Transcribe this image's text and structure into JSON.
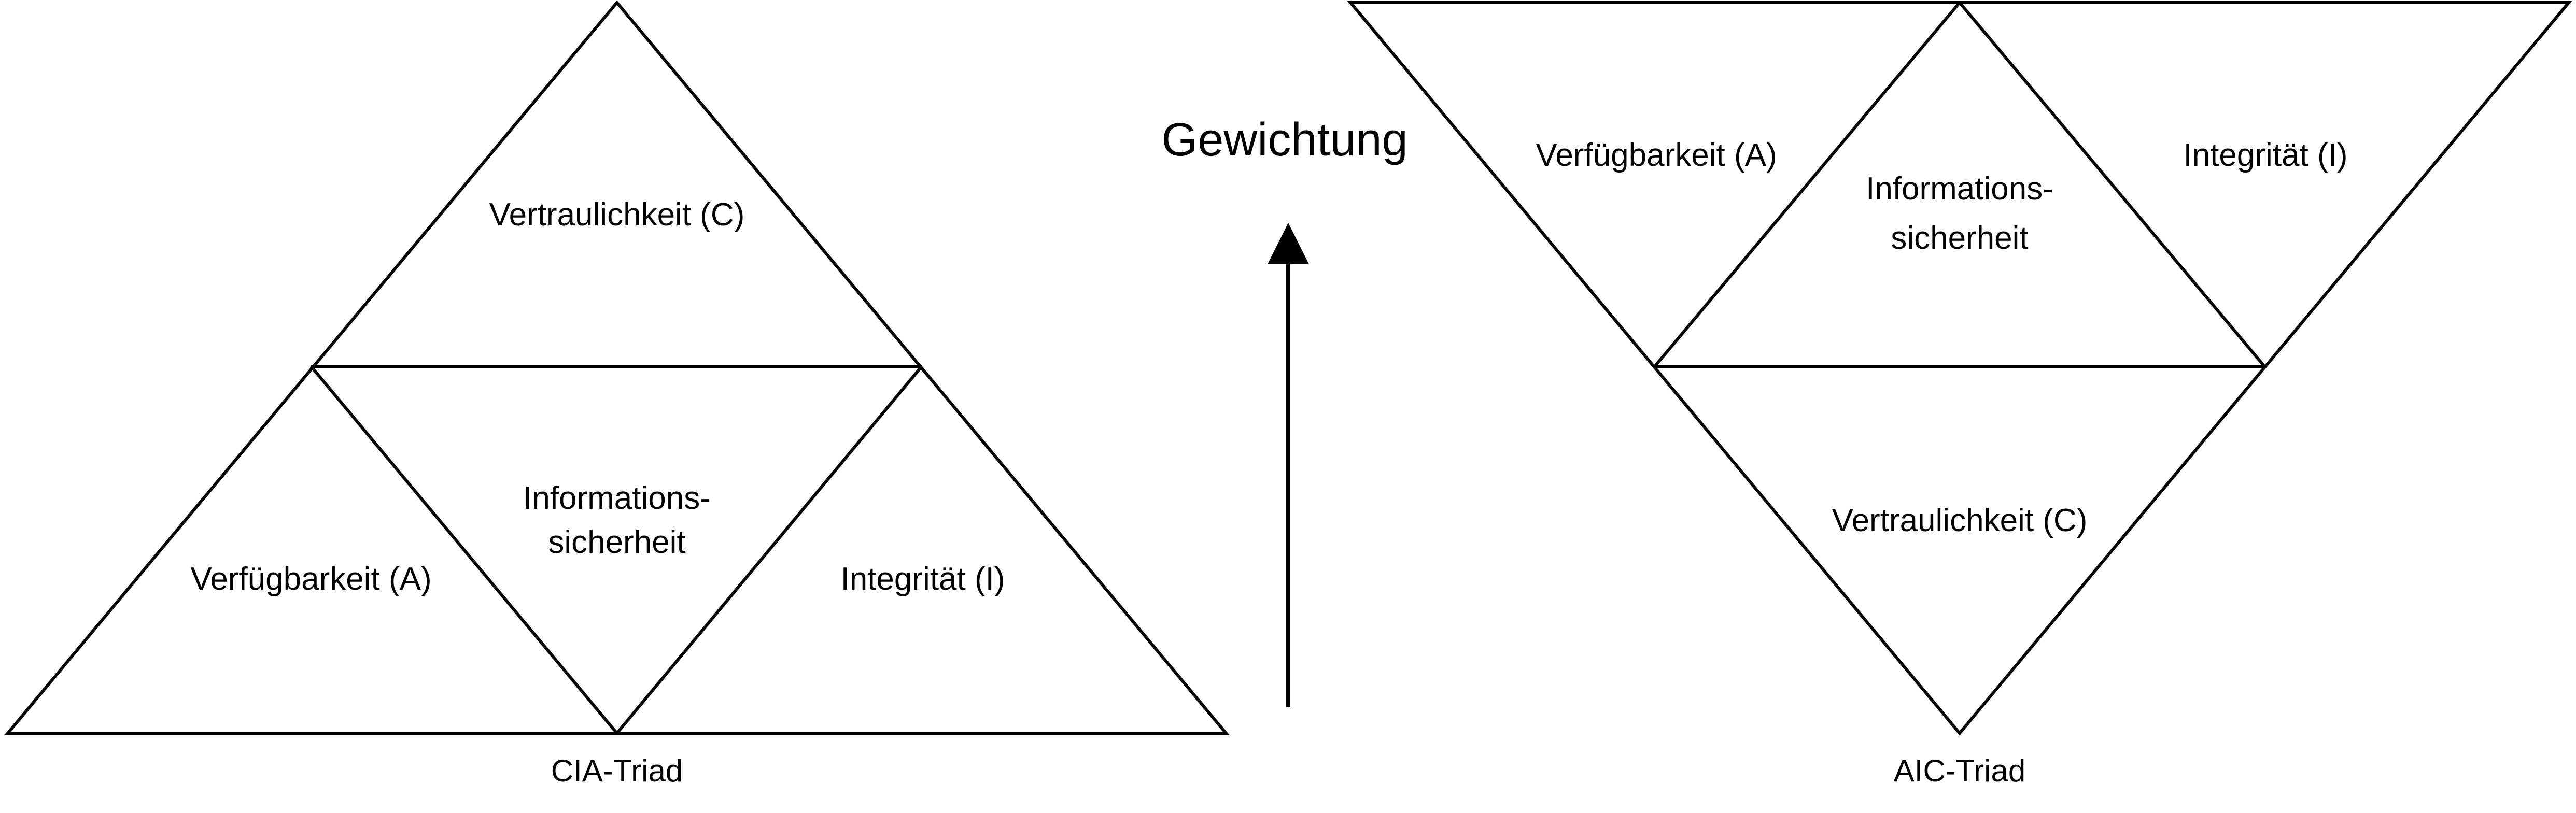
{
  "colors": {
    "line": "#000000",
    "background": "#ffffff"
  },
  "weighting_label": "Gewichtung",
  "cia_triad": {
    "caption": "CIA-Triad",
    "top": "Vertraulichkeit (C)",
    "bottom_left": "Verfügbarkeit (A)",
    "center_line1": "Informations-",
    "center_line2": "sicherheit",
    "bottom_right": "Integrität (I)"
  },
  "aic_triad": {
    "caption": "AIC-Triad",
    "top_left": "Verfügbarkeit (A)",
    "center_line1": "Informations-",
    "center_line2": "sicherheit",
    "top_right": "Integrität (I)",
    "bottom": "Vertraulichkeit (C)"
  }
}
